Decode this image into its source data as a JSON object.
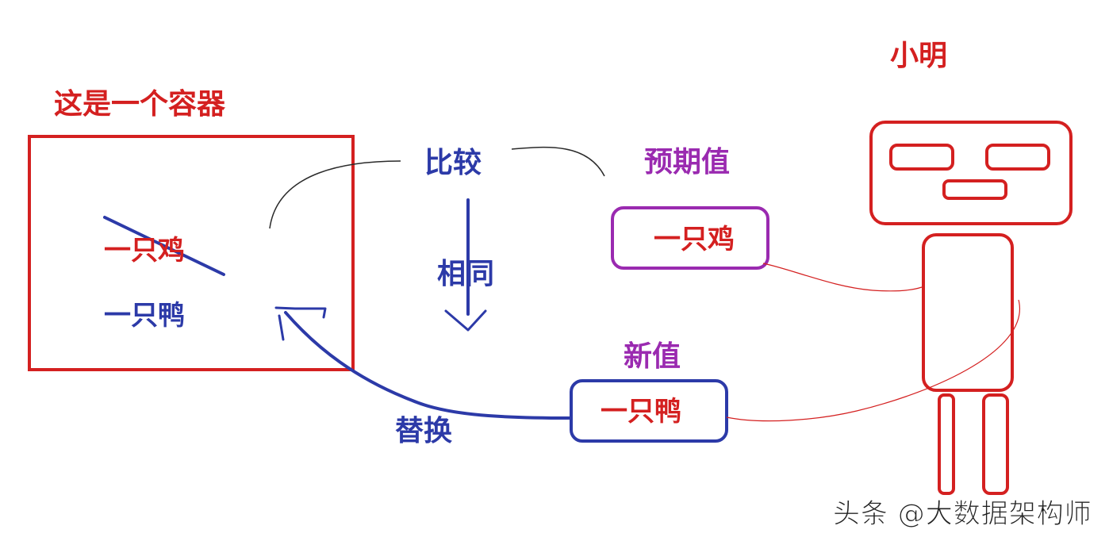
{
  "labels": {
    "container_title": "这是一个容器",
    "old_value": "一只鸡",
    "current_value": "一只鸭",
    "compare": "比较",
    "same": "相同",
    "expected_title": "预期值",
    "expected_value": "一只鸡",
    "new_title": "新值",
    "new_value": "一只鸭",
    "replace": "替换",
    "person_name": "小明"
  },
  "watermark": "头条 @大数据架构师",
  "colors": {
    "red": "#d42020",
    "blue": "#2c3aa8",
    "purple": "#9a2ab0"
  }
}
